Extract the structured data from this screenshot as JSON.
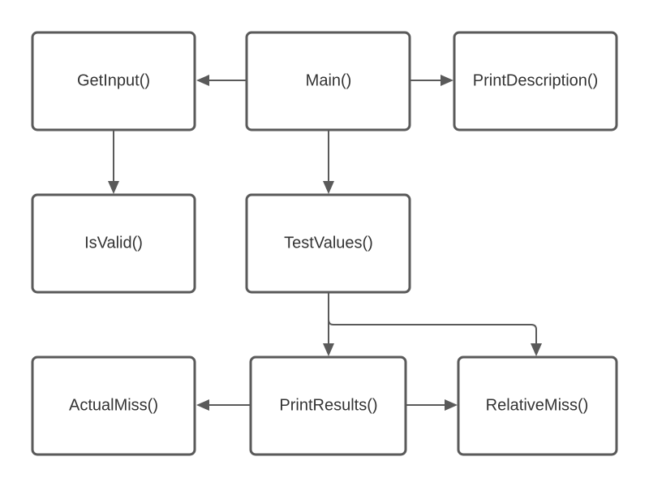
{
  "nodes": {
    "get_input": "GetInput()",
    "main": "Main()",
    "print_description": "PrintDescription()",
    "is_valid": "IsValid()",
    "test_values": "TestValues()",
    "actual_miss": "ActualMiss()",
    "print_results": "PrintResults()",
    "relative_miss": "RelativeMiss()"
  },
  "edges": [
    {
      "from": "main",
      "to": "get_input"
    },
    {
      "from": "main",
      "to": "print_description"
    },
    {
      "from": "get_input",
      "to": "is_valid"
    },
    {
      "from": "main",
      "to": "test_values"
    },
    {
      "from": "test_values",
      "to": "print_results"
    },
    {
      "from": "test_values",
      "to": "relative_miss"
    },
    {
      "from": "print_results",
      "to": "actual_miss"
    },
    {
      "from": "print_results",
      "to": "relative_miss"
    }
  ],
  "colors": {
    "stroke": "#5a5a5a",
    "text": "#333333",
    "background": "#ffffff"
  }
}
